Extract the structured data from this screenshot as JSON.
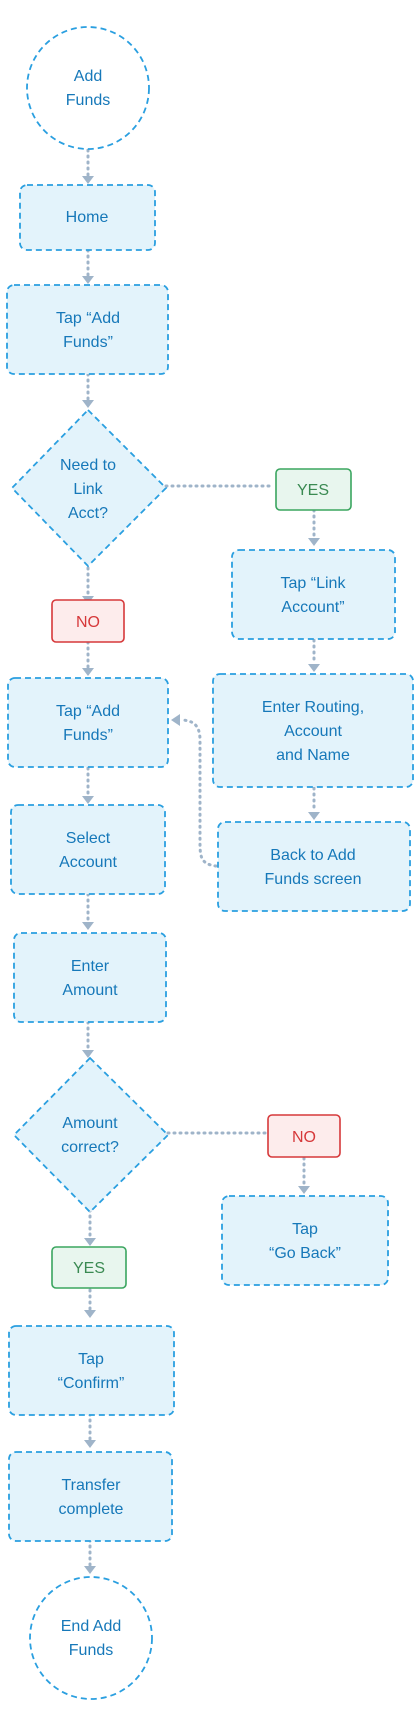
{
  "nodes": {
    "start": [
      "Add",
      "Funds"
    ],
    "home": [
      "Home"
    ],
    "tap_add_funds_1": [
      "Tap “Add",
      "Funds”"
    ],
    "need_link": [
      "Need to",
      "Link",
      "Acct?"
    ],
    "yes_1": "YES",
    "tap_link_account": [
      "Tap “Link",
      "Account”"
    ],
    "enter_routing": [
      "Enter Routing,",
      "Account",
      "and Name"
    ],
    "back_to_add_funds": [
      "Back to Add",
      "Funds screen"
    ],
    "no_1": "NO",
    "tap_add_funds_2": [
      "Tap “Add",
      "Funds”"
    ],
    "select_account": [
      "Select",
      "Account"
    ],
    "enter_amount": [
      "Enter",
      "Amount"
    ],
    "amount_correct": [
      "Amount",
      "correct?"
    ],
    "no_2": "NO",
    "tap_go_back": [
      "Tap",
      "“Go Back”"
    ],
    "yes_2": "YES",
    "tap_confirm": [
      "Tap",
      "“Confirm”"
    ],
    "transfer_complete": [
      "Transfer",
      "complete"
    ],
    "end": [
      "End Add",
      "Funds"
    ]
  },
  "colors": {
    "node_stroke": "#2a9fe0",
    "node_fill": "#e3f3fb",
    "node_text": "#1678b9",
    "connector": "#9fb4c9",
    "no_red": "#d6383a",
    "yes_green": "#3aa55f"
  }
}
